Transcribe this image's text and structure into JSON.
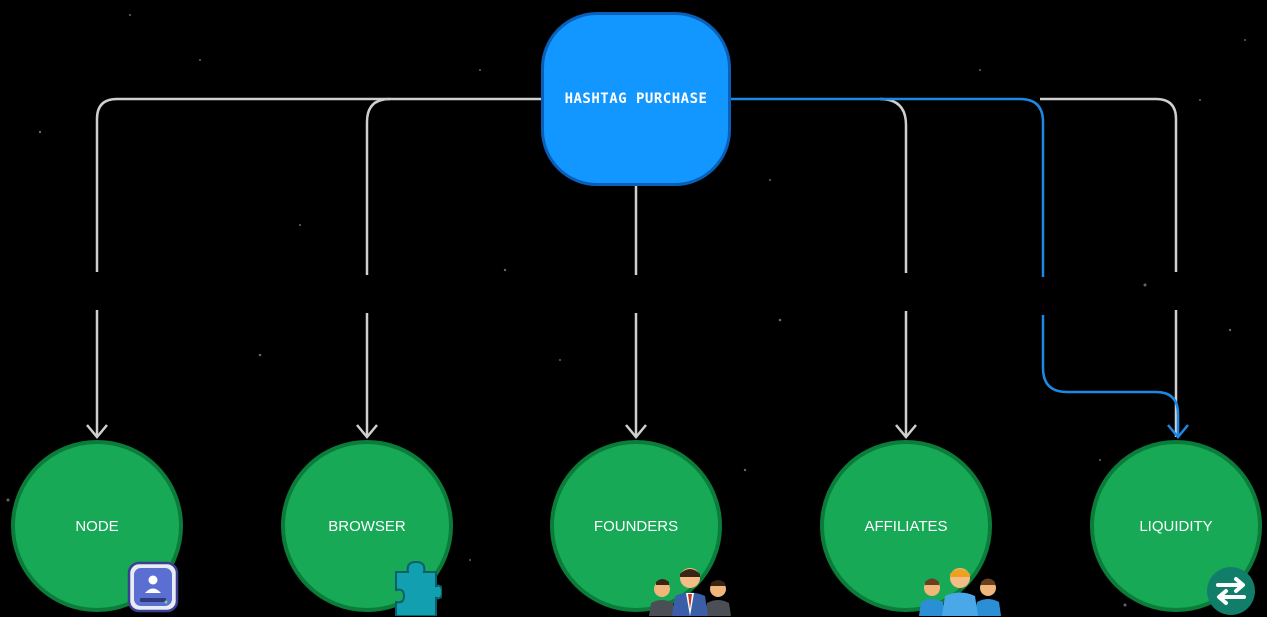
{
  "root": {
    "label": "HASHTAG PURCHASE"
  },
  "nodes": [
    {
      "label": "NODE",
      "icon": "hard-drive-user-icon"
    },
    {
      "label": "BROWSER",
      "icon": "puzzle-piece-icon"
    },
    {
      "label": "FOUNDERS",
      "icon": "business-people-icon"
    },
    {
      "label": "AFFILIATES",
      "icon": "user-group-icon"
    },
    {
      "label": "LIQUIDITY",
      "icon": "exchange-arrows-icon"
    }
  ],
  "colors": {
    "background": "#000000",
    "root_fill": "#1296ff",
    "node_fill": "#18a957",
    "connector": "#cfcfcf",
    "highlight_connector": "#1e88e5"
  }
}
